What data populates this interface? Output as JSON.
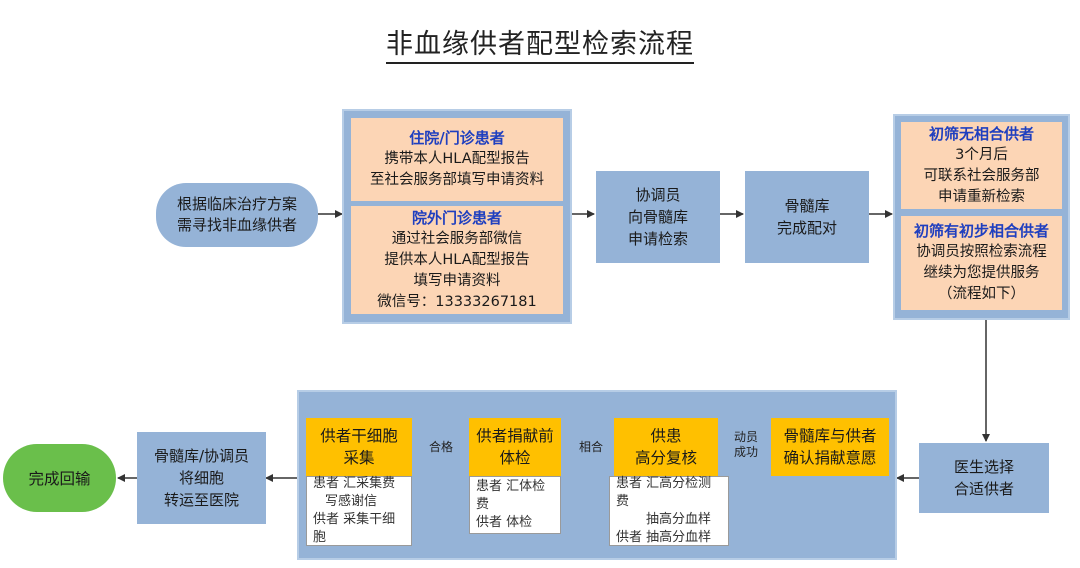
{
  "title": "非血缘供者配型检索流程",
  "start": {
    "line1": "根据临床治疗方案",
    "line2": "需寻找非血缘供者"
  },
  "inpatient": {
    "heading": "住院/门诊患者",
    "line1": "携带本人HLA配型报告",
    "line2": "至社会服务部填写申请资料"
  },
  "outpatient": {
    "heading": "院外门诊患者",
    "line1": "通过社会服务部微信",
    "line2": "提供本人HLA配型报告",
    "line3": "填写申请资料",
    "line4": "微信号：13333267181"
  },
  "coordinator": {
    "line1": "协调员",
    "line2": "向骨髓库",
    "line3": "申请检索"
  },
  "bank_match": {
    "line1": "骨髓库",
    "line2": "完成配对"
  },
  "no_match": {
    "heading": "初筛无相合供者",
    "line1": "3个月后",
    "line2": "可联系社会服务部",
    "line3": "申请重新检索"
  },
  "has_match": {
    "heading": "初筛有初步相合供者",
    "line1": "协调员按照检索流程",
    "line2": "继续为您提供服务",
    "line3": "（流程如下）"
  },
  "doctor": {
    "line1": "医生选择",
    "line2": "合适供者"
  },
  "confirm": {
    "line1": "骨髓库与供者",
    "line2": "确认捐献意愿"
  },
  "label_mobilize": {
    "line1": "动员",
    "line2": "成功"
  },
  "retest": {
    "line1": "供患",
    "line2": "高分复核"
  },
  "retest_note": {
    "line1": "患者 汇高分检测费",
    "line2": "抽高分血样",
    "line3": "供者 抽高分血样"
  },
  "label_match": "相合",
  "exam": {
    "line1": "供者捐献前",
    "line2": "体检"
  },
  "exam_note": {
    "line1": "患者 汇体检费",
    "line2": "供者 体检"
  },
  "label_pass": "合格",
  "collect": {
    "line1": "供者干细胞",
    "line2": "采集"
  },
  "collect_note": {
    "line1": "患者 汇采集费",
    "line2": "写感谢信",
    "line3": "供者 采集干细胞"
  },
  "transport": {
    "line1": "骨髓库/协调员",
    "line2": "将细胞",
    "line3": "转运至医院"
  },
  "finish": "完成回输",
  "colors": {
    "blue": "#95b3d7",
    "peach": "#fcd5b5",
    "gold": "#ffc000",
    "green": "#6abf4b",
    "heading_blue": "#1f3fbf"
  }
}
